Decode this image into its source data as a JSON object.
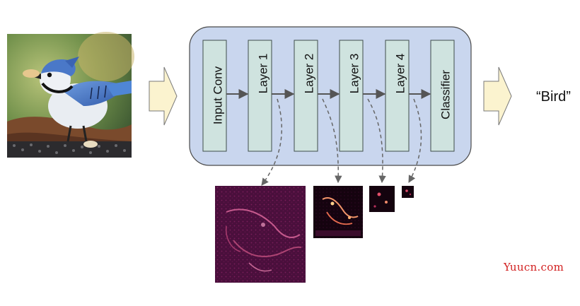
{
  "network": {
    "layers": [
      "Input Conv",
      "Layer 1",
      "Layer 2",
      "Layer 3",
      "Layer 4",
      "Classifier"
    ]
  },
  "output": {
    "label": "“Bird”"
  },
  "input_image": {
    "subject": "blue-jay-bird-photo"
  },
  "feature_maps": {
    "count": 4,
    "source_layers": [
      "Layer 1",
      "Layer 2",
      "Layer 3",
      "Layer 4"
    ]
  },
  "watermark": {
    "text": "Yuucn.com"
  },
  "colors": {
    "network_box_fill": "#c9d6ee",
    "network_box_stroke": "#4a4a4a",
    "layer_fill": "#cfe3df",
    "layer_stroke": "#3f4d4b",
    "arrow": "#555555",
    "dashed_arrow": "#666666",
    "io_arrow_fill": "#fbf3cf",
    "io_arrow_stroke": "#7a7a7a",
    "feature_map_bg": "#1a0416",
    "watermark": "#d21f1f"
  }
}
